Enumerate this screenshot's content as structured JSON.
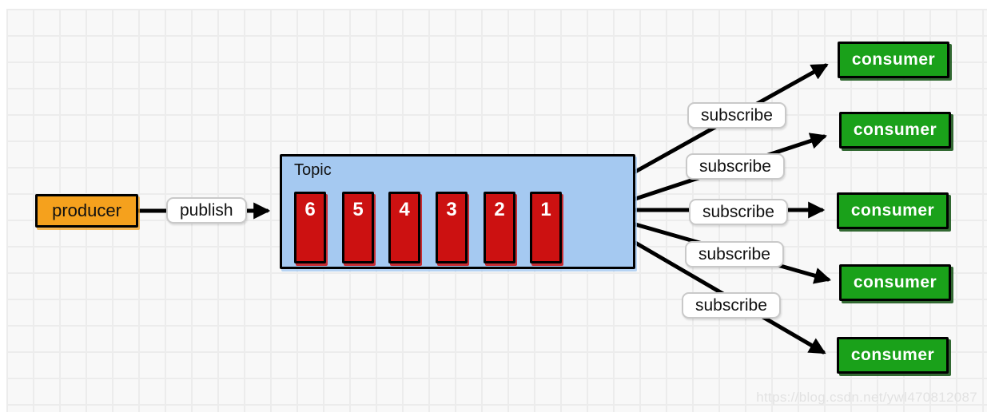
{
  "page": {
    "watermark": "https://blog.csdn.net/ywl470812087"
  },
  "diagram": {
    "producer": {
      "label": "producer"
    },
    "publish_label": "publish",
    "topic": {
      "title": "Topic",
      "messages": [
        "6",
        "5",
        "4",
        "3",
        "2",
        "1"
      ]
    },
    "subscriptions": [
      {
        "label": "subscribe"
      },
      {
        "label": "subscribe"
      },
      {
        "label": "subscribe"
      },
      {
        "label": "subscribe"
      },
      {
        "label": "subscribe"
      }
    ],
    "consumers": [
      {
        "label": "consumer"
      },
      {
        "label": "consumer"
      },
      {
        "label": "consumer"
      },
      {
        "label": "consumer"
      },
      {
        "label": "consumer"
      }
    ],
    "colors": {
      "producer_fill": "#f5a11d",
      "topic_fill": "#a5c9f1",
      "message_fill": "#cc1111",
      "consumer_fill": "#1aa11a",
      "arrow": "#000000",
      "label_bg": "#ffffff",
      "grid_line": "#ececec"
    }
  }
}
